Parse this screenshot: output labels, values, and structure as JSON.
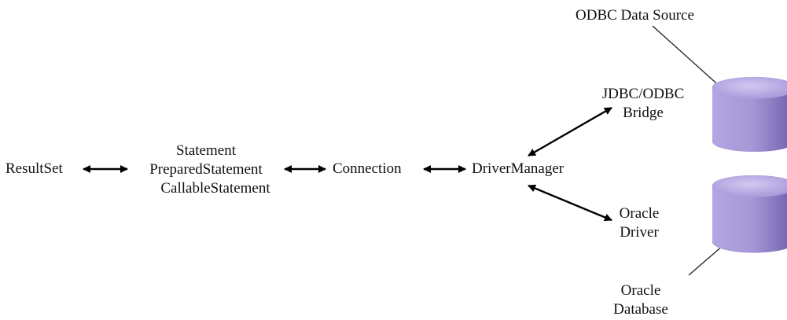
{
  "diagram": {
    "nodes": {
      "resultset": {
        "label": "ResultSet"
      },
      "statements": {
        "lines": [
          "Statement",
          "PreparedStatement",
          "CallableStatement"
        ]
      },
      "connection": {
        "label": "Connection"
      },
      "drivermanager": {
        "label": "DriverManager"
      },
      "jdbc_odbc_bridge": {
        "lines": [
          "JDBC/ODBC",
          "Bridge"
        ]
      },
      "oracle_driver": {
        "lines": [
          "Oracle",
          "Driver"
        ]
      },
      "odbc_data_source": {
        "label": "ODBC Data Source"
      },
      "oracle_database": {
        "lines": [
          "Oracle",
          "Database"
        ]
      }
    },
    "colors": {
      "cylinder_side": "#a08fcf",
      "cylinder_top": "#b9aee0",
      "cylinder_shadow": "#6f5fa8",
      "line": "#000000",
      "text": "#111111"
    }
  }
}
